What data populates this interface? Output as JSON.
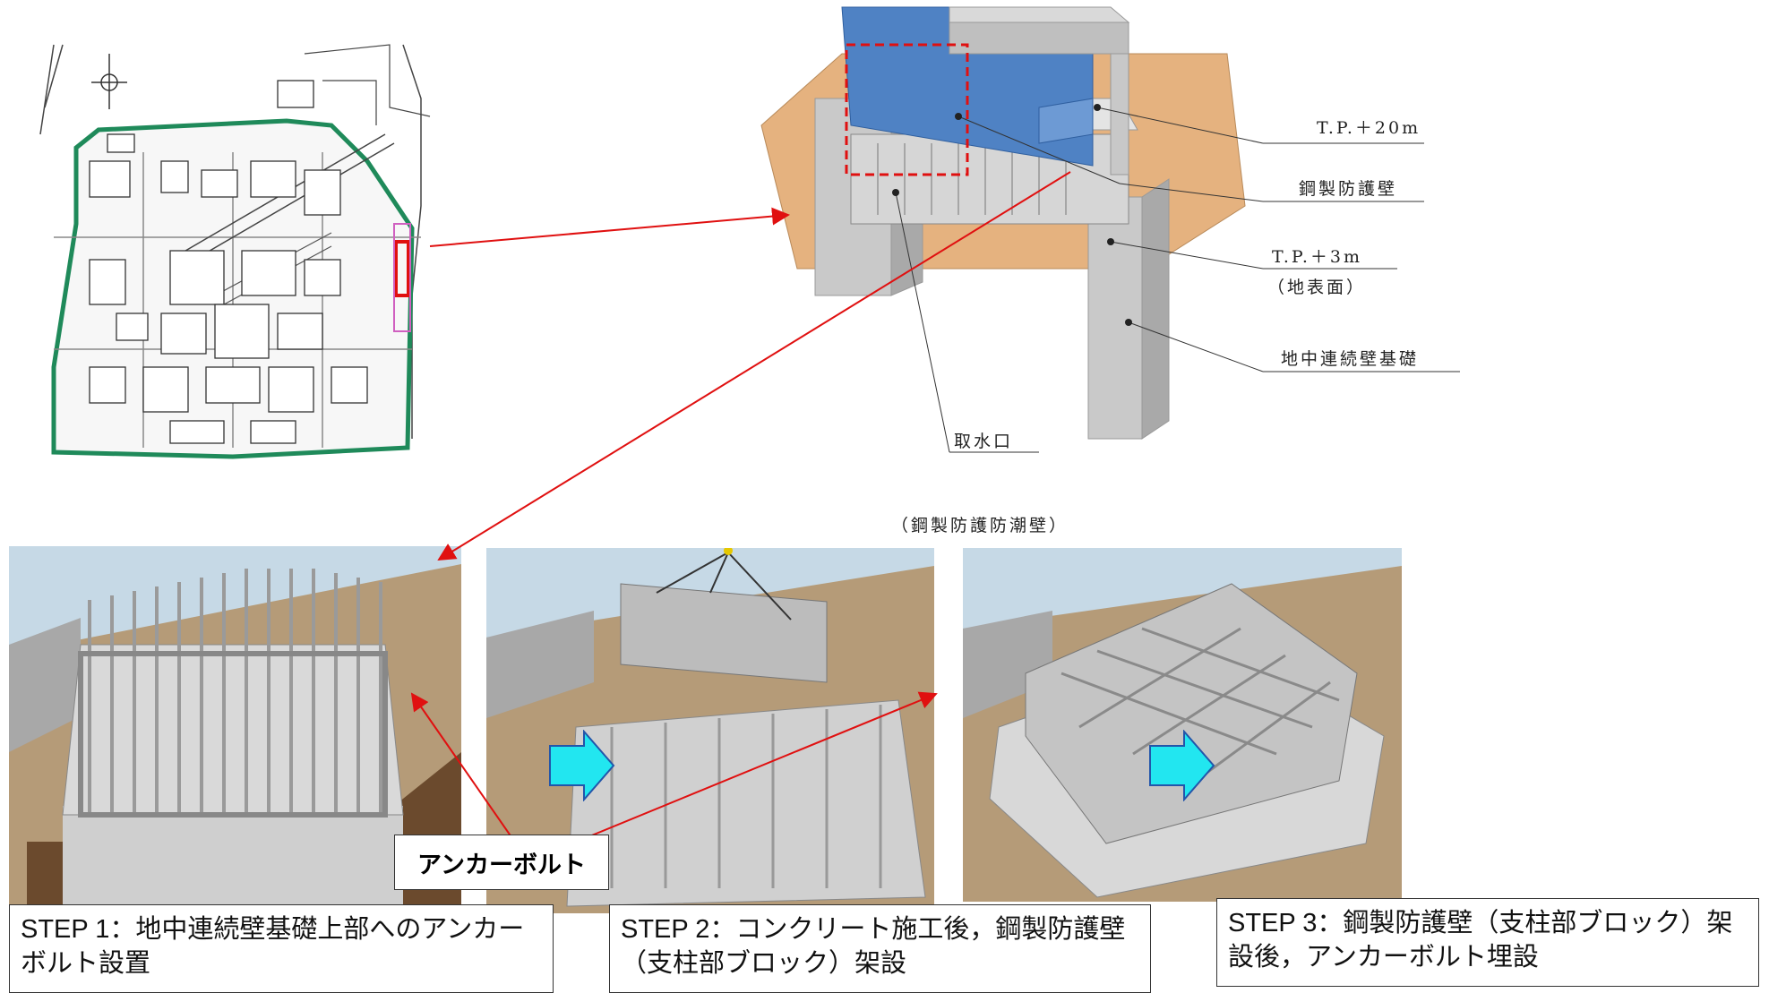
{
  "section_view": {
    "labels": {
      "tp20": "T.P.＋20m",
      "steel_wall": "鋼製防護壁",
      "tp3": "T.P.＋3m",
      "surface": "（地表面）",
      "foundation": "地中連続壁基礎",
      "intake": "取水口",
      "title_note": "（鋼製防護防潮壁）"
    },
    "colors": {
      "wall": "#4f82c4",
      "ground": "#e5b27f",
      "column": "#c8c8c8"
    }
  },
  "steps": [
    {
      "caption": "STEP  1：地中連続壁基礎上部へのアンカーボルト設置"
    },
    {
      "caption": "STEP  2：コンクリート施工後，鋼製防護壁（支柱部ブロック）架設"
    },
    {
      "caption": "STEP  3：鋼製防護壁（支柱部ブロック）架設後，アンカーボルト埋設"
    }
  ],
  "anchor_label": "アンカーボルト",
  "colors": {
    "arrow_red": "#e01010",
    "step_arrow": "#22e6f0",
    "gravel": "#b59b78",
    "sky": "#c6d9e6"
  }
}
